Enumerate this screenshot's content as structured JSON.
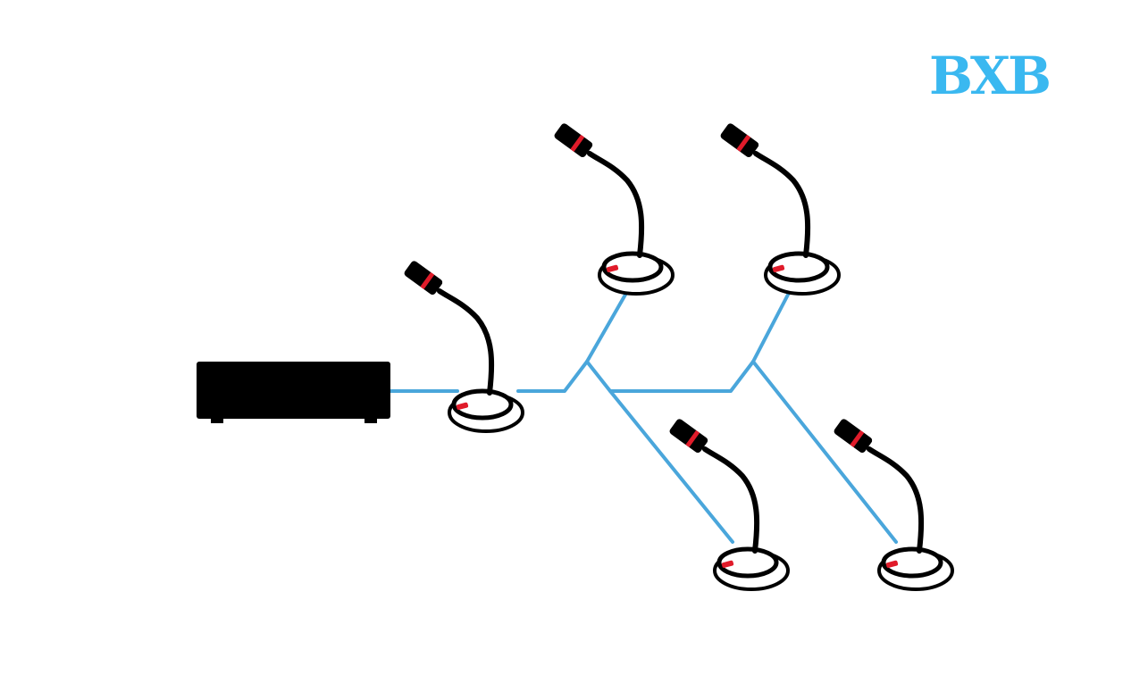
{
  "logo": {
    "text": "BXB",
    "color": "#3ab8f0"
  },
  "colors": {
    "cable": "#4aa6db",
    "device": "#000000",
    "accent": "#e01b2a",
    "background": "#ffffff"
  },
  "nodes": {
    "host_unit": {
      "icon": "conference-host-unit-icon"
    },
    "microphones": [
      {
        "id": "mic-chairman",
        "icon": "gooseneck-microphone-icon"
      },
      {
        "id": "mic-upper-left",
        "icon": "gooseneck-microphone-icon"
      },
      {
        "id": "mic-upper-right",
        "icon": "gooseneck-microphone-icon"
      },
      {
        "id": "mic-lower-left",
        "icon": "gooseneck-microphone-icon"
      },
      {
        "id": "mic-lower-right",
        "icon": "gooseneck-microphone-icon"
      }
    ]
  }
}
